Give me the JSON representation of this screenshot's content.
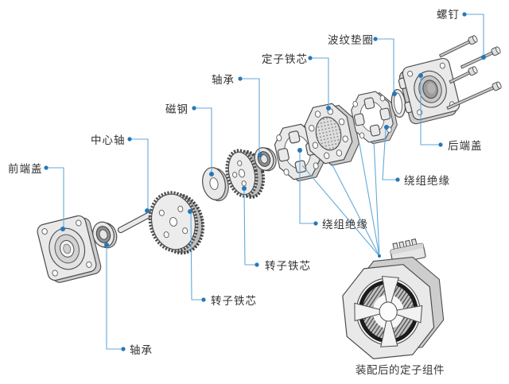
{
  "labels": {
    "front_end_cover": "前端盖",
    "center_shaft": "中心轴",
    "magnet_steel": "磁钢",
    "bearing_top": "轴承",
    "stator_core": "定子铁芯",
    "wave_washer": "波纹垫圈",
    "screw": "螺钉",
    "rear_end_cover": "后端盖",
    "winding_insulation_right": "绕组绝缘",
    "winding_insulation_bottom": "绕组绝缘",
    "rotor_core_right": "转子铁芯",
    "rotor_core_left": "转子铁芯",
    "bearing_bottom": "轴承"
  },
  "caption": "装配后的定子组件",
  "colors": {
    "background": "#ffffff",
    "leader_line": "#64a9d9",
    "marker_dot": "#2478b8",
    "part_fill": "#e9e9e9",
    "part_side": "#cdcdcd",
    "part_stroke": "#4d4d4d",
    "label_text": "#333333"
  }
}
